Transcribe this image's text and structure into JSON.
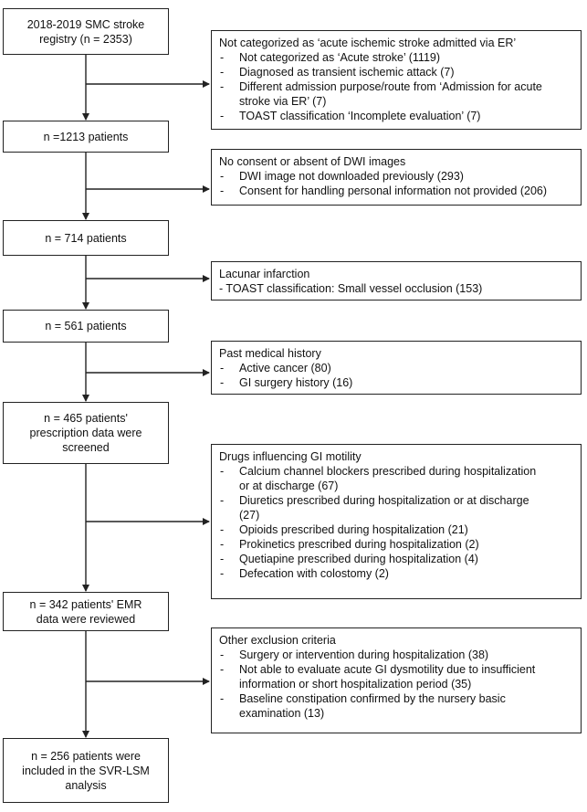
{
  "flow": {
    "main_boxes": [
      {
        "lines": [
          "2018-2019 SMC stroke",
          "registry (n = 2353)"
        ]
      },
      {
        "lines": [
          "n =1213 patients"
        ]
      },
      {
        "lines": [
          "n = 714 patients"
        ]
      },
      {
        "lines": [
          "n = 561 patients"
        ]
      },
      {
        "lines": [
          "n = 465 patients'",
          "prescription data were",
          "screened"
        ]
      },
      {
        "lines": [
          "n = 342 patients' EMR",
          "data were reviewed"
        ]
      },
      {
        "lines": [
          "n = 256 patients were",
          "included in the SVR-LSM",
          "analysis"
        ]
      }
    ],
    "exclusion_boxes": [
      {
        "heading": "Not categorized as ‘acute ischemic stroke admitted via ER’",
        "dash": "-",
        "items": [
          [
            "Not categorized as ‘Acute stroke’ (1119)"
          ],
          [
            "Diagnosed as transient ischemic attack (7)"
          ],
          [
            "Different admission purpose/route from ‘Admission for acute",
            "stroke via ER’ (7)"
          ],
          [
            "TOAST classification ‘Incomplete evaluation’ (7)"
          ]
        ]
      },
      {
        "heading": "No consent or absent of DWI images",
        "dash": "-",
        "items": [
          [
            "DWI image not downloaded previously (293)"
          ],
          [
            "Consent for handling personal information not provided (206)"
          ]
        ]
      },
      {
        "heading": "Lacunar infarction",
        "dash": "-",
        "items": [
          [
            "- TOAST classification: Small vessel occlusion (153)"
          ]
        ]
      },
      {
        "heading": "Past medical history",
        "dash": "-",
        "items": [
          [
            "Active cancer (80)"
          ],
          [
            "GI surgery history (16)"
          ]
        ]
      },
      {
        "heading": "Drugs influencing GI motility",
        "dash": "-",
        "items": [
          [
            "Calcium channel blockers prescribed during hospitalization",
            "or at discharge (67)"
          ],
          [
            "Diuretics prescribed during hospitalization or at discharge",
            "(27)"
          ],
          [
            "Opioids prescribed during hospitalization (21)"
          ],
          [
            "Prokinetics prescribed during hospitalization (2)"
          ],
          [
            "Quetiapine prescribed during hospitalization (4)"
          ],
          [
            "Defecation with colostomy (2)"
          ]
        ]
      },
      {
        "heading": "Other exclusion criteria",
        "dash": "-",
        "items": [
          [
            "Surgery or intervention during hospitalization (38)"
          ],
          [
            "Not able to evaluate acute GI dysmotility due to insufficient",
            "information or short hospitalization period (35)"
          ],
          [
            "Baseline constipation confirmed by the nursery basic",
            "examination (13)"
          ]
        ]
      }
    ]
  }
}
